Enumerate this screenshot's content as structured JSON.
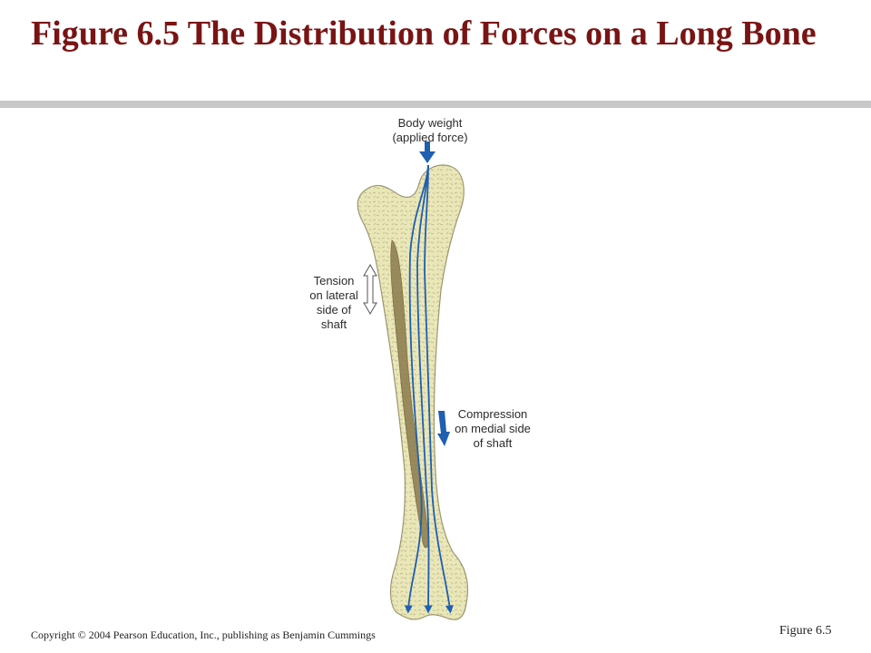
{
  "slide": {
    "title": "Figure 6.5  The Distribution of Forces on a Long Bone",
    "copyright": "Copyright © 2004 Pearson Education, Inc., publishing as Benjamin Cummings",
    "figure_ref": "Figure 6.5"
  },
  "diagram": {
    "labels": {
      "body_weight_line1": "Body weight",
      "body_weight_line2": "(applied force)",
      "tension_lines": [
        "Tension",
        "on lateral",
        "side of",
        "shaft"
      ],
      "compression_lines": [
        "Compression",
        "on medial side",
        "of shaft"
      ]
    },
    "colors": {
      "title": "#7a1414",
      "bone": "#e9e6b8",
      "marrow": "#8b7a4c",
      "force_arrows": "#1f5fb0",
      "divider": "#c8c8c8"
    }
  }
}
